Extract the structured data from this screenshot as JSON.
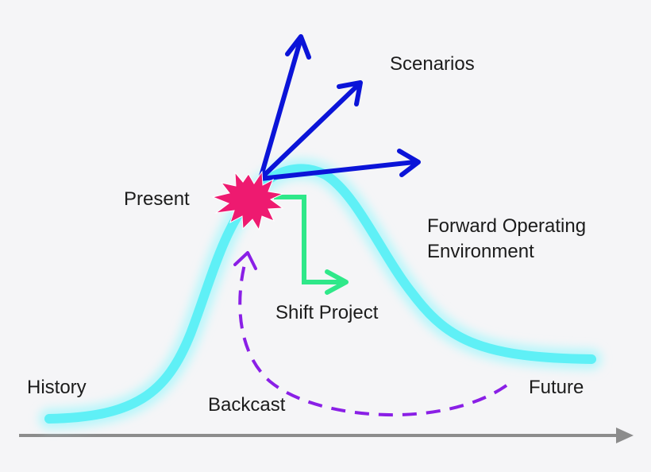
{
  "labels": {
    "history": "History",
    "backcast": "Backcast",
    "future": "Future",
    "present": "Present",
    "scenarios": "Scenarios",
    "shift_project": "Shift Project",
    "forward_operating_line1": "Forward Operating",
    "forward_operating_line2": "Environment"
  },
  "colors": {
    "background": "#f5f5f7",
    "curve": "#5ff0f6",
    "curve_glow": "#b8f7fb",
    "scenario_arrows": "#0b14d8",
    "shift_arrow": "#2fe889",
    "backcast_arrow": "#8a1fe6",
    "present_burst": "#ee1a70",
    "time_axis": "#8c8c8c"
  },
  "icons": {
    "present": "starburst-icon",
    "axis": "arrow-right-icon"
  }
}
